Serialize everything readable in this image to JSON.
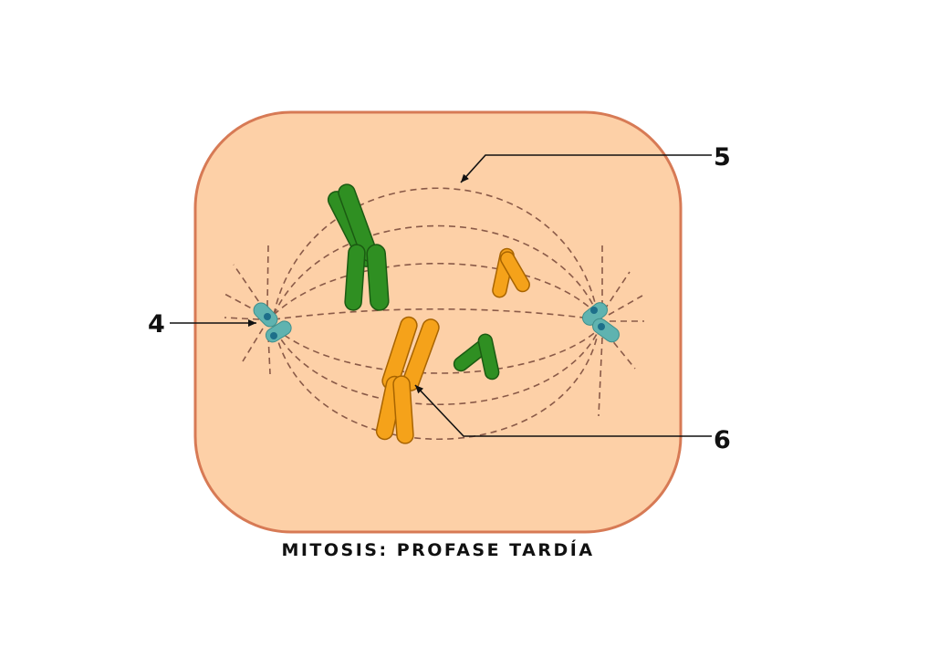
{
  "caption": "MITOSIS: PROFASE TARDÍA",
  "labels": {
    "label_4": "4",
    "label_5": "5",
    "label_6": "6"
  },
  "colors": {
    "cell_fill": "#fdd0a7",
    "cell_border": "#d77a55",
    "spindle_fiber": "#8a5a48",
    "chromosome_green": "#2f8f22",
    "chromosome_green_border": "#1b5b12",
    "chromosome_orange": "#f5a21a",
    "chromosome_orange_border": "#a86400",
    "centriole": "#5fb3b0",
    "centriole_dark": "#1d6f8a"
  }
}
